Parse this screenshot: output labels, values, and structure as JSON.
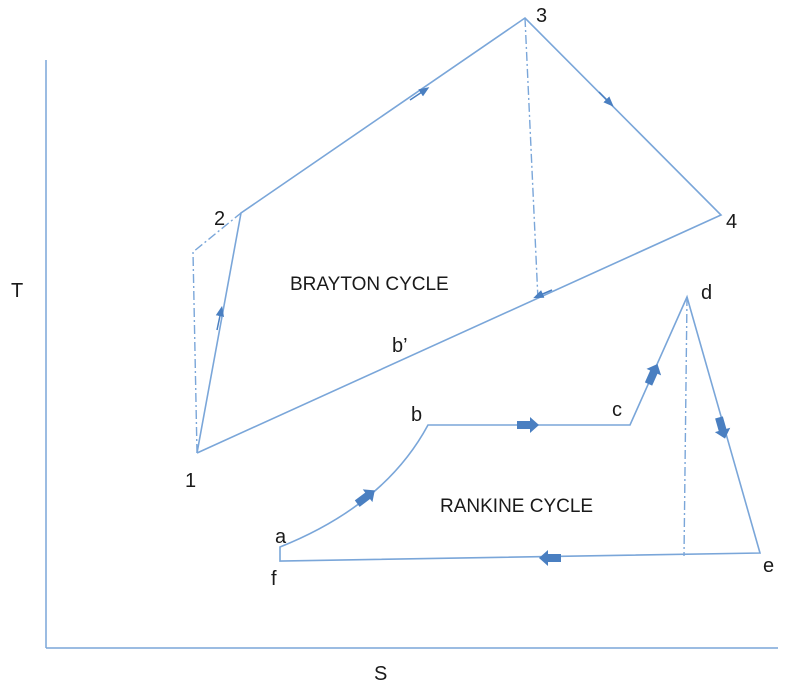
{
  "axes": {
    "x_label": "S",
    "y_label": "T"
  },
  "brayton": {
    "title": "BRAYTON CYCLE",
    "points": {
      "p1": "1",
      "p2": "2",
      "p3": "3",
      "p4": "4",
      "bprime": "b’"
    }
  },
  "rankine": {
    "title": "RANKINE CYCLE",
    "points": {
      "a": "a",
      "b": "b",
      "c": "c",
      "d": "d",
      "e": "e",
      "f": "f"
    }
  },
  "colors": {
    "line": "#7aa6d9",
    "arrow": "#4a7fc1",
    "axis": "#7aa6d9",
    "text": "#1a1a1a"
  }
}
